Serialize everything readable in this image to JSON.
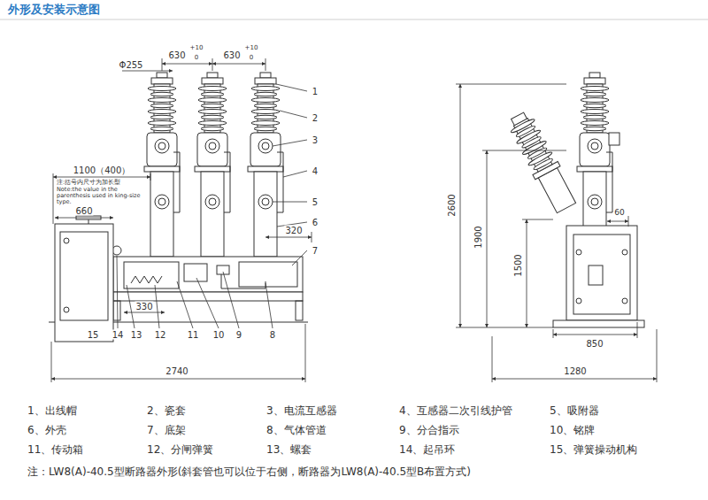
{
  "diagram": {
    "title": "外形及安装示意图",
    "caption": "注：LW8(A)-40.5型断路器外形(斜套管也可以位于右侧，断路器为LW8(A)-40.5型B布置方式)",
    "labels": [
      "Φ255",
      "630",
      "+10",
      "0",
      "630",
      "+10",
      "0",
      "1100（400）",
      "注:括号内尺寸为加长型",
      "Note:the value in the parenthesis used in king-size type.",
      "660",
      "320",
      "330",
      "2740",
      "1",
      "2",
      "3",
      "4",
      "5",
      "6",
      "7",
      "15",
      "14",
      "13",
      "12",
      "11",
      "10",
      "9",
      "8",
      "2600",
      "1900",
      "1500",
      "60",
      "850",
      "1280",
      "1、出线帽",
      "2、瓷套",
      "3、电流互感器",
      "4、互感器二次引线护管",
      "5、吸附器",
      "6、外壳",
      "7、底架",
      "8、气体管道",
      "9、分合指示",
      "10、铭牌",
      "11、传动箱",
      "12、分闸弹簧",
      "13、螺套",
      "14、起吊环",
      "15、弹簧操动机构"
    ]
  }
}
